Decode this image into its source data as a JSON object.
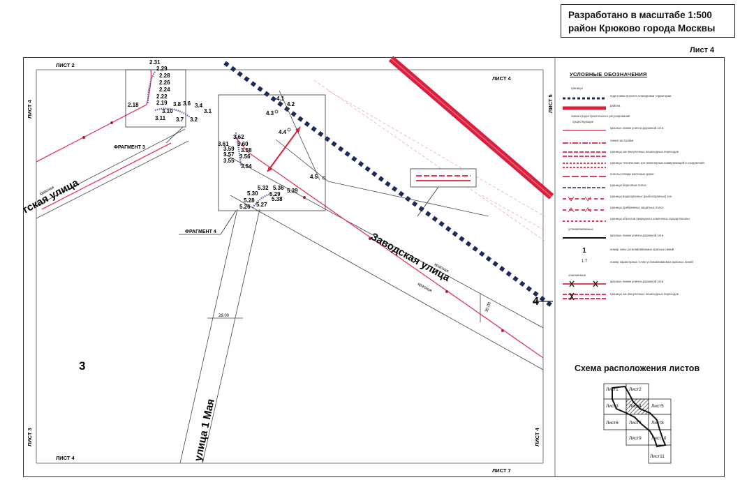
{
  "header": {
    "line1": "Разработано в масштабе 1:500",
    "line2": "район Крюково города Москвы",
    "sheet": "Лист 4"
  },
  "frame_labels": {
    "top_left": "ЛИСТ 2",
    "top_right": "ЛИСТ 4",
    "left_top": "ЛИСТ 4",
    "left_bottom": "ЛИСТ 3",
    "right_top": "ЛИСТ 5",
    "right_bottom": "ЛИСТ 4",
    "bottom_left": "ЛИСТ 4",
    "bottom_right": "ЛИСТ 7"
  },
  "map": {
    "street_1": "гская улица",
    "street_1_sub": "красная",
    "street_2": "Заводская улица",
    "street_2_top": "красная",
    "street_2_bottom": "красная",
    "street_3": "улица 1 Мая",
    "zone_3": "3",
    "zone_4": "4",
    "fragment_3": "ФРАГМЕНТ 3",
    "fragment_4": "ФРАГМЕНТ 4",
    "dim_1": "28.00",
    "dim_2": "30.00",
    "points_a": [
      "2.31",
      "2.29",
      "2.28",
      "2.26",
      "2.24",
      "2.22",
      "2.19",
      "2.18"
    ],
    "points_b": [
      "3.8",
      "3.6",
      "3.4",
      "3.1",
      "3.10",
      "3.11",
      "3.7",
      "3.2"
    ],
    "points_c": [
      "3.62",
      "3.61",
      "3.60",
      "3.59",
      "3.58",
      "3.57",
      "3.56",
      "3.55",
      "3.54"
    ],
    "points_d": [
      "4.1",
      "4.2",
      "4.3",
      "4.4",
      "4.5"
    ],
    "points_e": [
      "5.32",
      "5.36",
      "5.30",
      "5.29",
      "5.39",
      "5.28",
      "5.38",
      "5.26",
      "5.27"
    ]
  },
  "legend": {
    "title": "УСЛОВНЫЕ ОБОЗНАЧЕНИЯ",
    "section_1": "границы",
    "section_2": "линии градостроительного регулирования",
    "sub_existing": "существующие",
    "sub_cancel": "устанавливаемые",
    "sub_cancelled": "отменяемые",
    "items": [
      "подготовки проекта планировки территории",
      "района",
      "красные линии улично-дорожной сети",
      "линия застройки",
      "границы зон внеуличных пешеходных переходов",
      "границы технических зон инженерных коммуникаций и сооружений",
      "полосы отвода железных дорог",
      "границы береговых полос",
      "границы водоохранных (рыбоохранных) зон",
      "границы прибрежных защитных полос",
      "границы объектов природного комплекса города Москвы",
      "красные линии улично-дорожной сети",
      "номер зоны устанавливаемых красных линий",
      "номер характерных точек устанавливаемых красных линий",
      "красные линии улично-дорожной сети",
      "границы зон внеуличных пешеходных переходов"
    ],
    "zone_num": "1",
    "point_num": "1.7"
  },
  "scheme": {
    "title": "Схема расположения листов",
    "sheets": [
      "Лист1",
      "Лист2",
      "Лист3",
      "Лист4",
      "Лист5",
      "Лист6",
      "Лист7",
      "Лист8",
      "Лист9",
      "Лист10",
      "Лист11"
    ]
  },
  "colors": {
    "red_line": "#e03a5c",
    "district": "#d8203c",
    "boundary": "#1b2a5a"
  }
}
